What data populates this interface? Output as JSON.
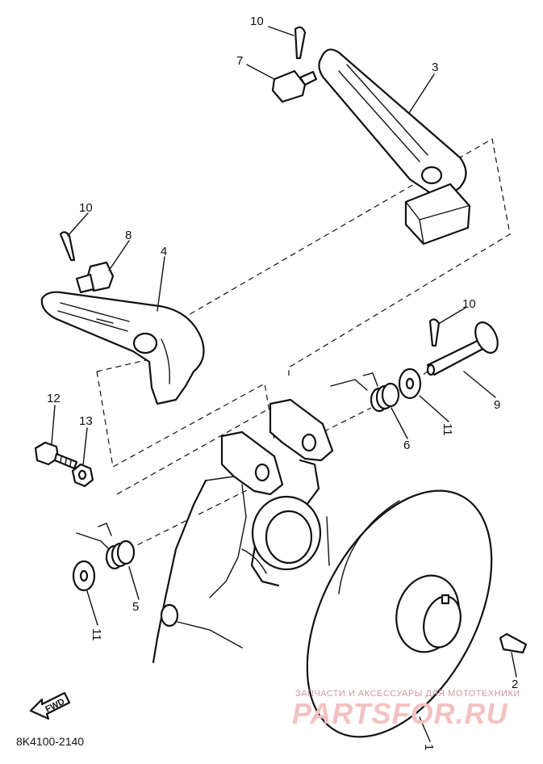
{
  "diagram_code": "8K4100-2140",
  "forward_marker": "FWD",
  "watermark": {
    "caption": "ЗАПЧАСТИ И АКСЕССУАРЫ ДЛЯ МОТОТЕХНИКИ",
    "brand": "PARTSFOR.RU"
  },
  "callouts": [
    {
      "id": "c1",
      "label": "1"
    },
    {
      "id": "c2",
      "label": "2"
    },
    {
      "id": "c3",
      "label": "3"
    },
    {
      "id": "c4",
      "label": "4"
    },
    {
      "id": "c5",
      "label": "5"
    },
    {
      "id": "c6",
      "label": "6"
    },
    {
      "id": "c7",
      "label": "7"
    },
    {
      "id": "c8",
      "label": "8"
    },
    {
      "id": "c9",
      "label": "9"
    },
    {
      "id": "c10a",
      "label": "10"
    },
    {
      "id": "c10b",
      "label": "10"
    },
    {
      "id": "c10c",
      "label": "10"
    },
    {
      "id": "c11a",
      "label": "11"
    },
    {
      "id": "c11b",
      "label": "11"
    },
    {
      "id": "c12",
      "label": "12"
    },
    {
      "id": "c13",
      "label": "13"
    }
  ]
}
